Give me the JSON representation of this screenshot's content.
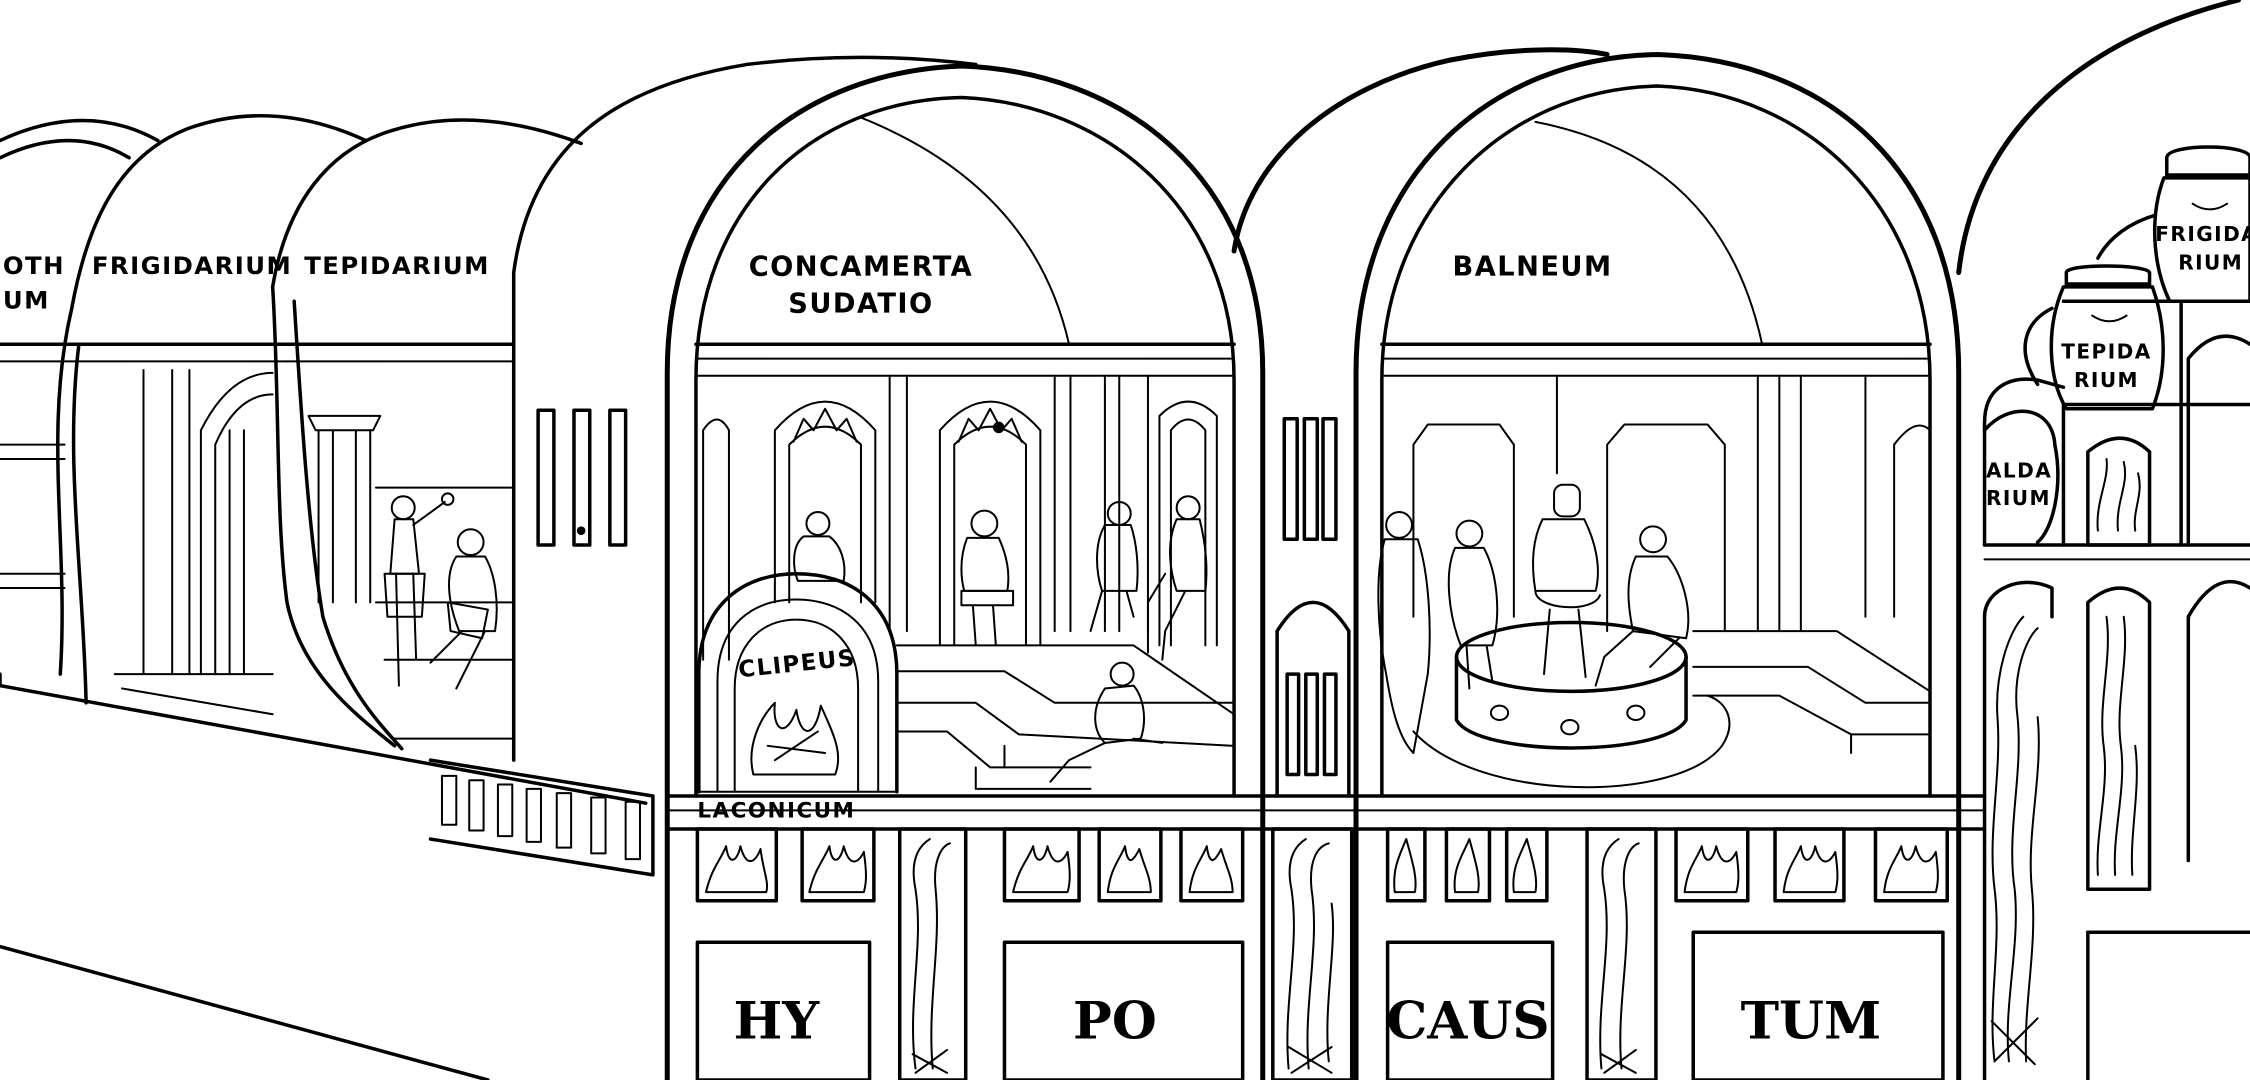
{
  "labels": {
    "apodyterium_fragment_top": "OTH",
    "apodyterium_fragment_bottom": "UM",
    "frigidarium": "FRIGIDARIUM",
    "tepidarium": "TEPIDARIUM",
    "sudatio_line1": "CONCAMERTA",
    "sudatio_line2": "SUDATIO",
    "clipeus": "CLIPEUS",
    "laconicum": "LACONICUM",
    "balneum": "BALNEUM",
    "vessel_frigidarium_line1": "FRIGIDA",
    "vessel_frigidarium_line2": "RIUM",
    "vessel_tepidarium_line1": "TEPIDA",
    "vessel_tepidarium_line2": "RIUM",
    "vessel_caldarium_line1": "ALDA",
    "vessel_caldarium_line2": "RIUM",
    "hypocaustum_1": "HY",
    "hypocaustum_2": "PO",
    "hypocaustum_3": "CAUS",
    "hypocaustum_4": "TUM"
  },
  "colors": {
    "ink": "#000000",
    "paper": "#ffffff"
  }
}
